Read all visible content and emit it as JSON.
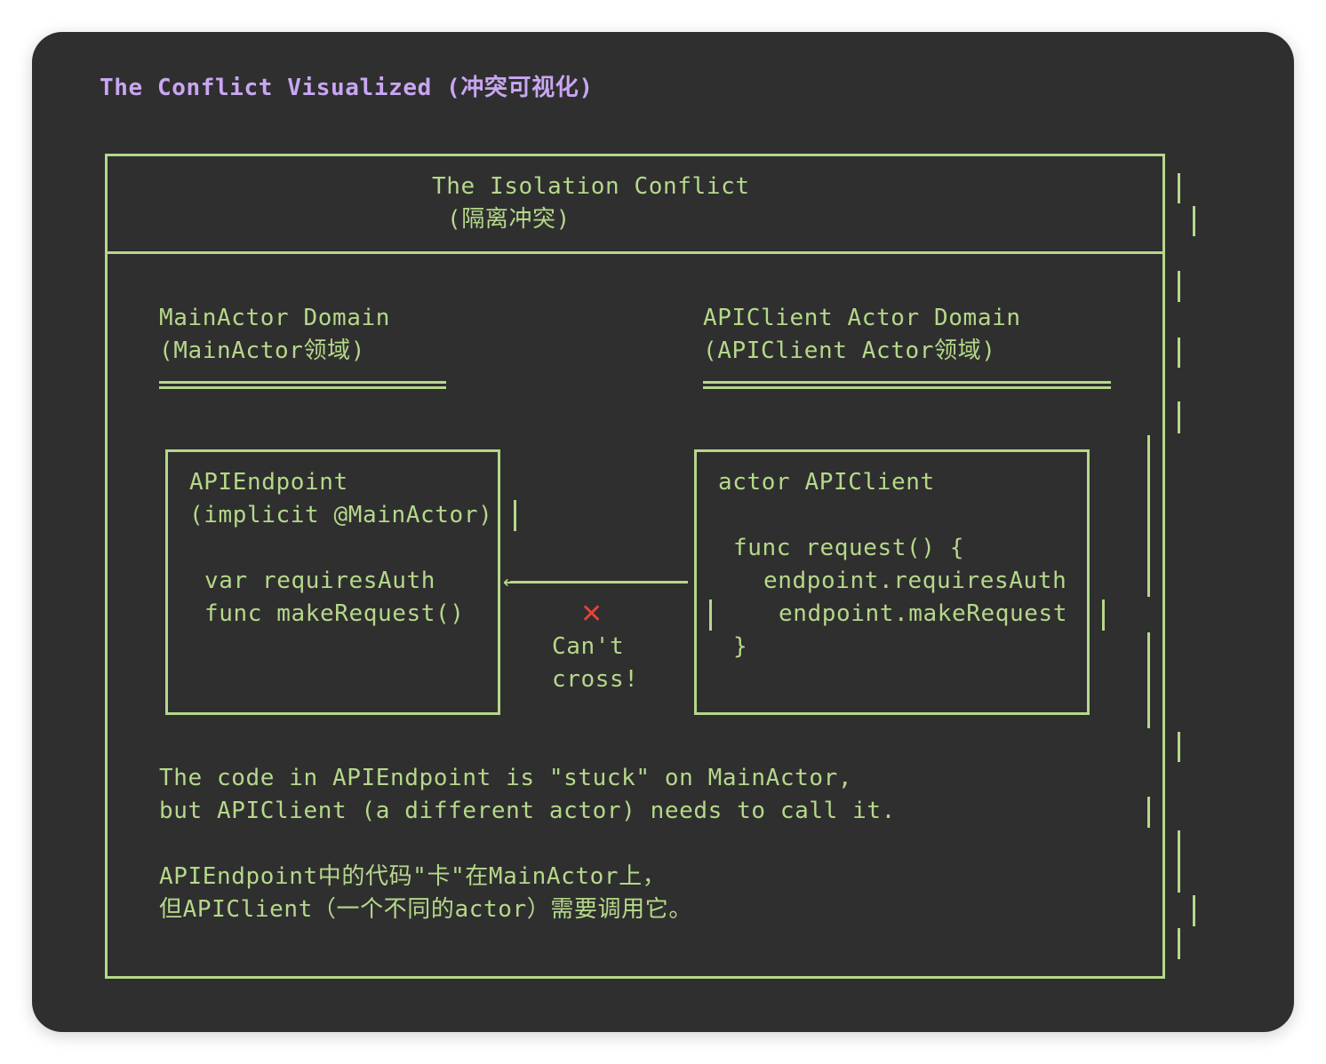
{
  "title": "The Conflict Visualized (冲突可视化)",
  "header": {
    "line1": "The Isolation Conflict",
    "line2": "(隔离冲突)"
  },
  "left_domain": {
    "line1": "MainActor Domain",
    "line2": "(MainActor领域)"
  },
  "right_domain": {
    "line1": "APIClient Actor Domain",
    "line2": "(APIClient Actor领域)"
  },
  "left_box": {
    "line1": "APIEndpoint",
    "line2": "(implicit @MainActor)",
    "line3": "var requiresAuth",
    "line4": "func makeRequest()"
  },
  "right_box": {
    "line1": "actor APIClient",
    "line2": "func request() {",
    "line3": "endpoint.requiresAuth",
    "line4": "endpoint.makeRequest",
    "line5": "}"
  },
  "arrow": {
    "icon": "cross-mark-icon",
    "label1": "Can't",
    "label2": "cross!"
  },
  "footer": {
    "en1": "The code in APIEndpoint is \"stuck\" on MainActor,",
    "en2": "but APIClient (a different actor) needs to call it.",
    "zh1": "APIEndpoint中的代码\"卡\"在MainActor上，",
    "zh2": "但APIClient（一个不同的actor）需要调用它。"
  },
  "colors": {
    "background": "#2f2f2f",
    "text": "#b5d88a",
    "title": "#c9a6f2",
    "cross": "#e0443a"
  }
}
